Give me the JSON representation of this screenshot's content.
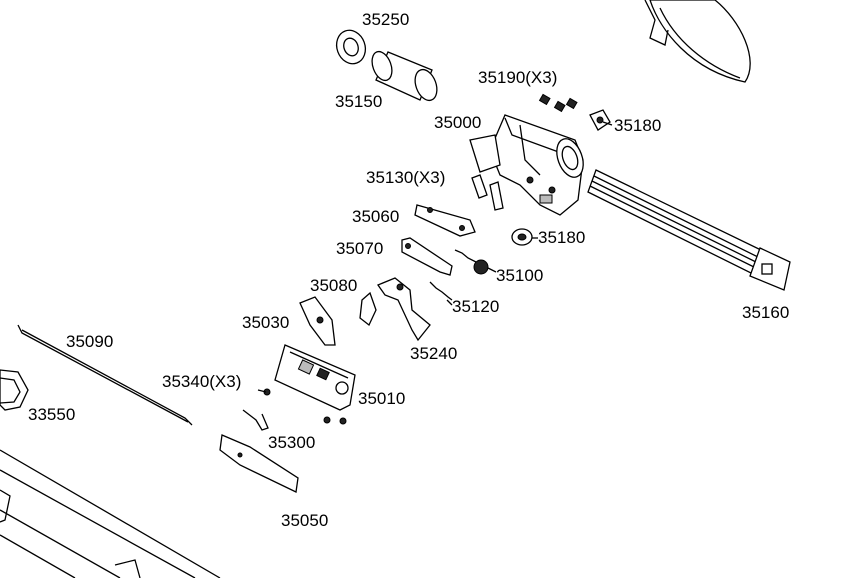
{
  "parts": [
    {
      "id": "p35250",
      "number": "35250"
    },
    {
      "id": "p35150",
      "number": "35150"
    },
    {
      "id": "p35190",
      "number": "35190(X3)"
    },
    {
      "id": "p35000",
      "number": "35000"
    },
    {
      "id": "p35180a",
      "number": "35180"
    },
    {
      "id": "p35130",
      "number": "35130(X3)"
    },
    {
      "id": "p35060",
      "number": "35060"
    },
    {
      "id": "p35180b",
      "number": "35180"
    },
    {
      "id": "p35070",
      "number": "35070"
    },
    {
      "id": "p35100",
      "number": "35100"
    },
    {
      "id": "p35080",
      "number": "35080"
    },
    {
      "id": "p35120",
      "number": "35120"
    },
    {
      "id": "p35160",
      "number": "35160"
    },
    {
      "id": "p35030",
      "number": "35030"
    },
    {
      "id": "p35090",
      "number": "35090"
    },
    {
      "id": "p35240",
      "number": "35240"
    },
    {
      "id": "p35340",
      "number": "35340(X3)"
    },
    {
      "id": "p35010",
      "number": "35010"
    },
    {
      "id": "p33550",
      "number": "33550"
    },
    {
      "id": "p35300",
      "number": "35300"
    },
    {
      "id": "p35050",
      "number": "35050"
    }
  ]
}
